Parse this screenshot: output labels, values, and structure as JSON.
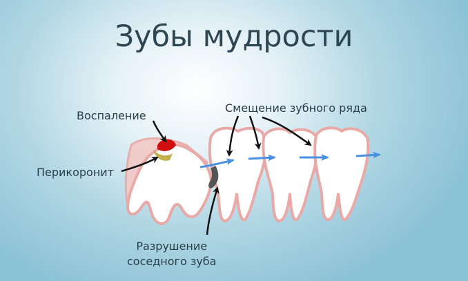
{
  "title": "Зубы мудрости",
  "labels": {
    "inflammation": "Воспаление",
    "pericoronitis": "Перикоронит",
    "shift": "Смещение зубного ряда",
    "destruction_line1": "Разрушение",
    "destruction_line2": "соседного зуба"
  },
  "colors": {
    "background": "#8cc2d6",
    "gum": "#e9a9a6",
    "inflammation": "#d01010",
    "arrow_shift": "#4a90e2",
    "arrow_pointer": "#111111",
    "text": "#283e49"
  }
}
